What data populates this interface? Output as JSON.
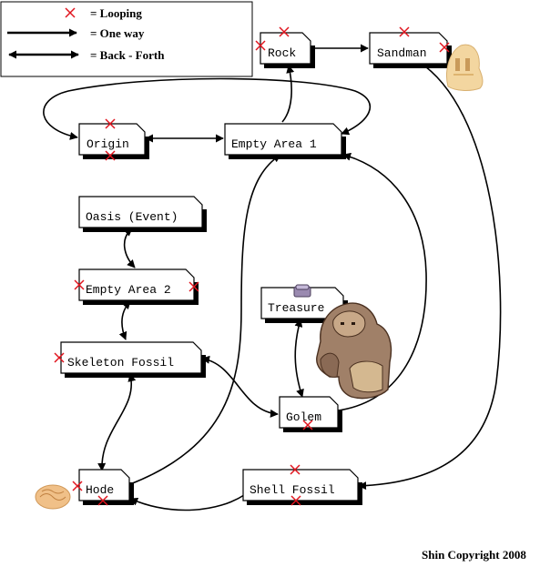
{
  "legend": {
    "looping": "= Looping",
    "one_way": "= One way",
    "back_forth": "= Back - Forth"
  },
  "nodes": {
    "rock": "Rock",
    "sandman": "Sandman",
    "origin": "Origin",
    "empty_area_1": "Empty Area 1",
    "oasis": "Oasis (Event)",
    "empty_area_2": "Empty Area 2",
    "treasure": "Treasure",
    "skeleton_fossil": "Skeleton Fossil",
    "golem": "Golem",
    "hode": "Hode",
    "shell_fossil": "Shell Fossil"
  },
  "footer": {
    "copyright": "Shin Copyright 2008"
  },
  "colors": {
    "loop_marker": "#e0141e",
    "line": "#000000",
    "background": "#ffffff"
  },
  "icons": [
    "loop-x-icon",
    "one-way-arrow-icon",
    "back-forth-arrow-icon",
    "sandman-sprite-icon",
    "golem-sprite-icon",
    "hode-sprite-icon",
    "treasure-chest-icon"
  ]
}
